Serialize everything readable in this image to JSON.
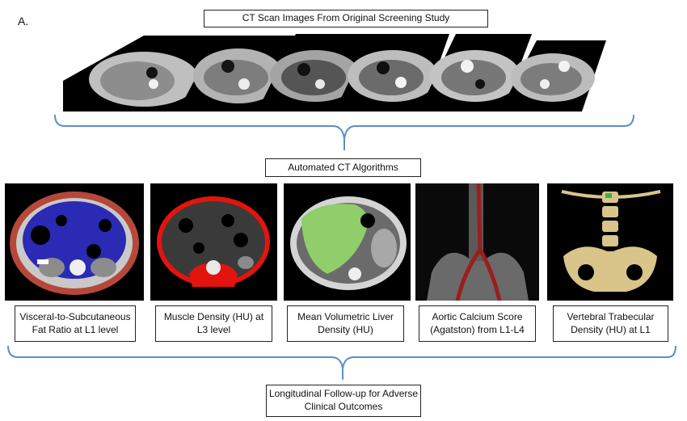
{
  "panel_label": "A.",
  "title": "CT Scan Images From Original Screening Study",
  "algorithms_label": "Automated CT Algorithms",
  "captions": [
    "Visceral-to-Subcutaneous Fat Ratio at L1 level",
    "Muscle Density (HU) at L3 level",
    "Mean Volumetric Liver Density (HU)",
    "Aortic Calcium Score (Agatston) from L1-L4",
    "Vertebral Trabecular Density (HU) at L1"
  ],
  "followup_label": "Longitudinal Follow-up for Adverse Clinical Outcomes",
  "colors": {
    "brace": "#5b8fc9",
    "fat_visceral": "#2a2ab4",
    "fat_subcutaneous": "#b5483a",
    "muscle": "#e3140e",
    "liver": "#8fce6a",
    "calcium": "#9b1e1e",
    "bone_3d": "#d9c48a"
  }
}
